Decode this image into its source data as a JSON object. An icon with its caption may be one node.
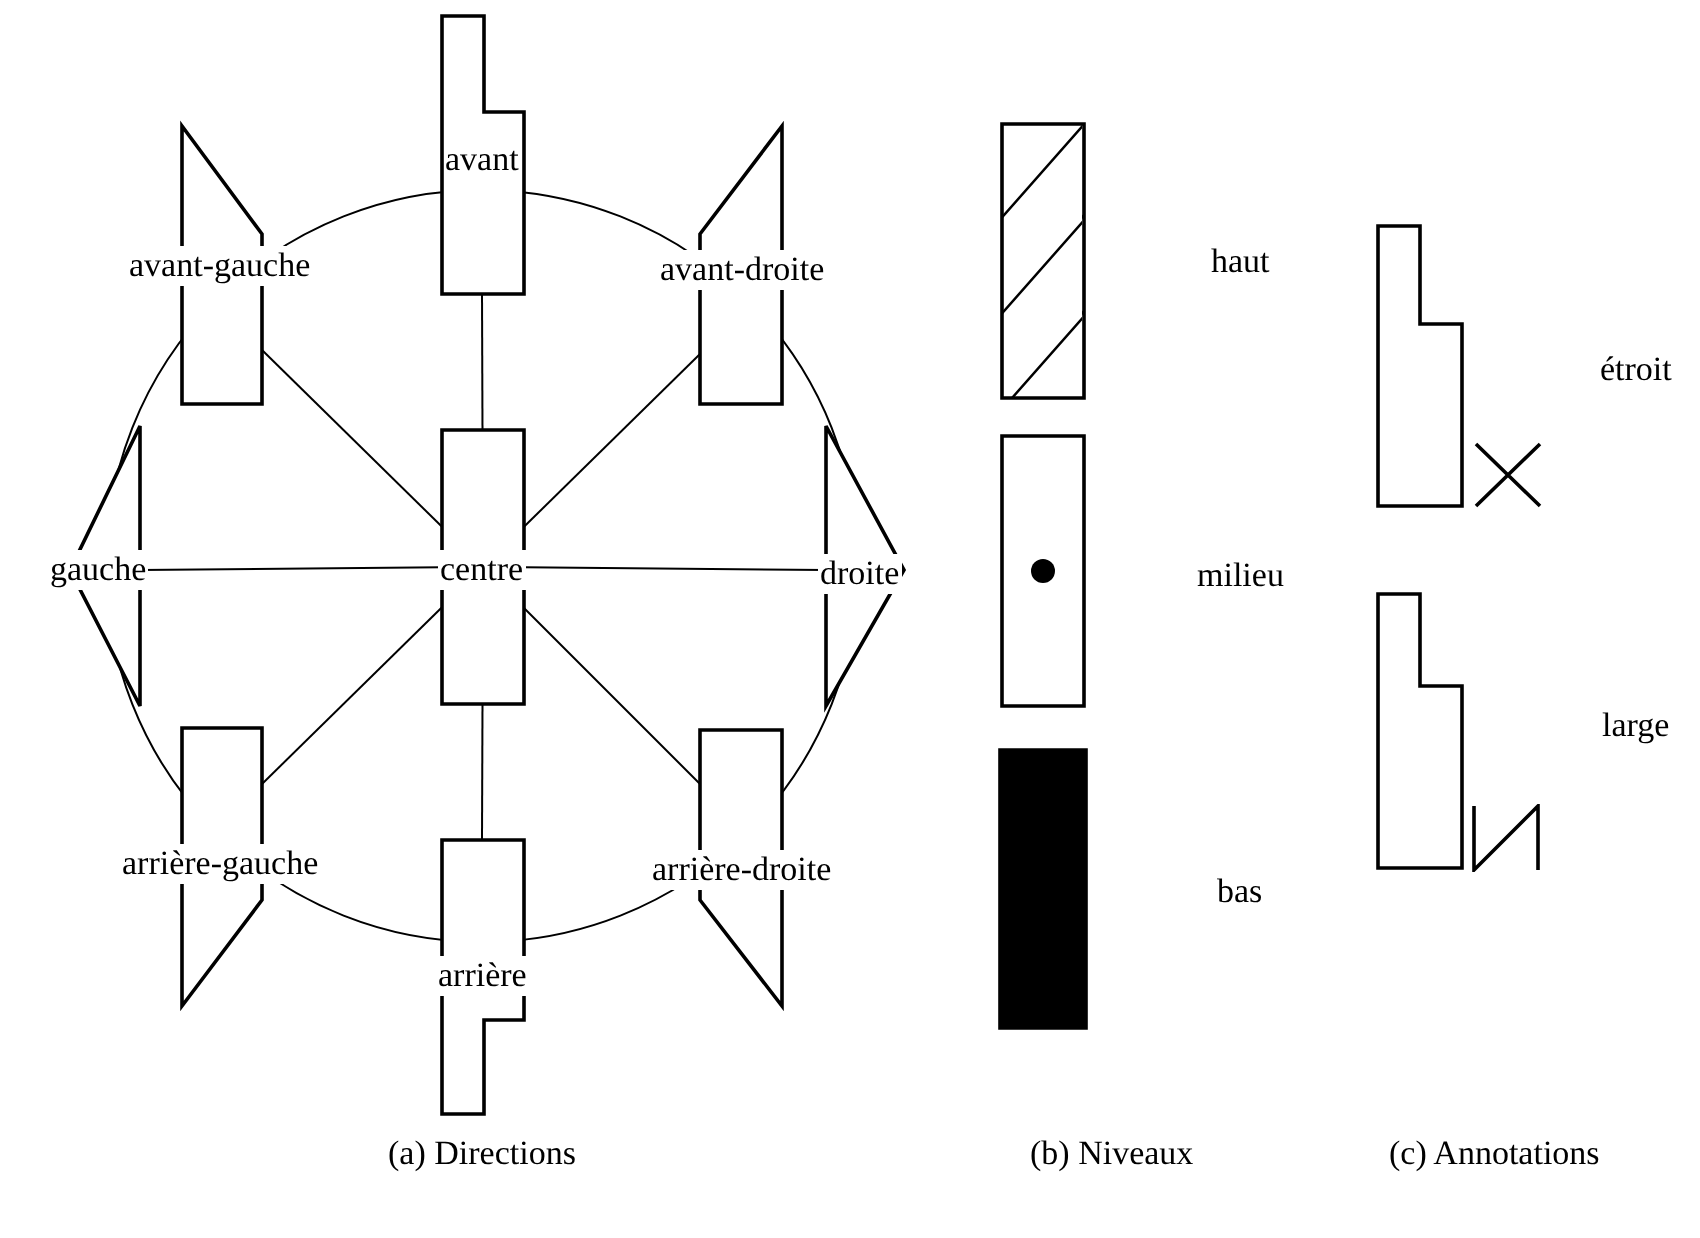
{
  "diagram": {
    "nodes": [
      {
        "text": [
          "avant"
        ]
      },
      {
        "text": [
          "avant-gauche"
        ]
      },
      {
        "text": [
          "avant-droite"
        ]
      },
      {
        "text": [
          "gauche"
        ]
      },
      {
        "text": [
          "centre"
        ]
      },
      {
        "text": [
          "droite"
        ]
      },
      {
        "text": [
          "arrière-gauche"
        ]
      },
      {
        "text": [
          "arrière-droite"
        ]
      },
      {
        "text": [
          "arrière"
        ]
      },
      {
        "text": [],
        "shape": "box",
        "beside": [
          "haut"
        ]
      },
      {
        "text": [],
        "shape": "box",
        "beside": [
          "milieu"
        ]
      },
      {
        "text": [],
        "shape": "box",
        "beside": [
          "bas"
        ]
      },
      {
        "text": [],
        "shape": "box"
      },
      {
        "text": [],
        "shape": "box"
      }
    ],
    "edges": [
      {
        "from": 4,
        "to": 0,
        "arrow": "none"
      },
      {
        "from": 4,
        "to": 1,
        "arrow": "none"
      },
      {
        "from": 4,
        "to": 2,
        "arrow": "none"
      },
      {
        "from": 4,
        "to": 3,
        "arrow": "none"
      },
      {
        "from": 4,
        "to": 5,
        "arrow": "none"
      },
      {
        "from": 4,
        "to": 6,
        "arrow": "none"
      },
      {
        "from": 4,
        "to": 7,
        "arrow": "none"
      },
      {
        "from": 4,
        "to": 8,
        "arrow": "none"
      }
    ],
    "labels": [
      "étroit",
      "large",
      "(a) Directions",
      "(b) Niveaux",
      "(c) Annotations"
    ]
  }
}
